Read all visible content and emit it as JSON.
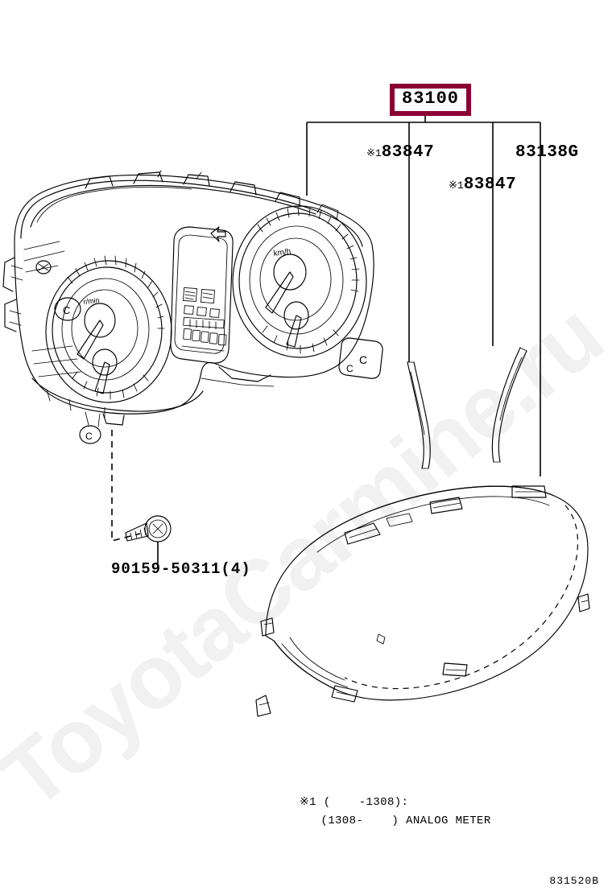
{
  "sheet": {
    "id": "831520B",
    "background_color": "#ffffff",
    "line_color": "#000000",
    "highlight_box_color": "#8b0033",
    "watermark_text": "ToyotaCarmine.ru",
    "watermark_color": "#f1f1f1"
  },
  "callouts": {
    "main": {
      "number": "83100",
      "boxed": "true"
    },
    "items": [
      {
        "mark": "※1",
        "number": "83847"
      },
      {
        "number": "83138G"
      },
      {
        "mark": "※1",
        "number": "83847"
      }
    ],
    "bolt": {
      "number": "90159-50311(4)"
    }
  },
  "gauges": {
    "speedometer_unit": "km/h",
    "tachometer_unit": "r/min"
  },
  "notes": [
    "※1 (    -1308):",
    "   (1308-    ) ANALOG METER"
  ]
}
